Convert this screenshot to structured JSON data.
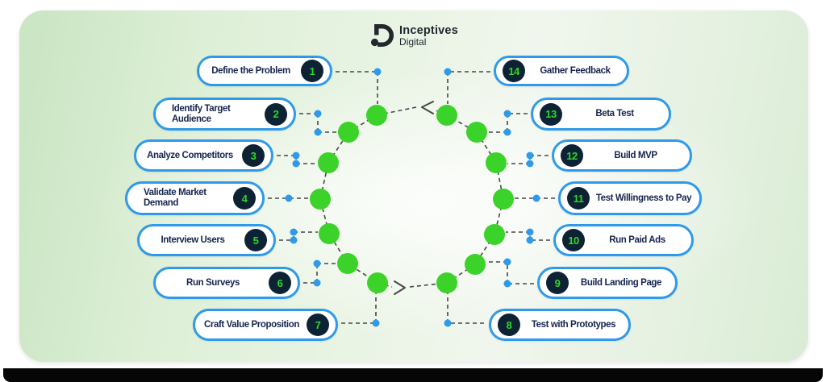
{
  "brand": {
    "line1": "Inceptives",
    "line2": "Digital"
  },
  "steps": [
    {
      "num": "1",
      "label": "Define the Problem"
    },
    {
      "num": "2",
      "label": "Identify Target Audience"
    },
    {
      "num": "3",
      "label": "Analyze Competitors"
    },
    {
      "num": "4",
      "label": "Validate Market Demand"
    },
    {
      "num": "5",
      "label": "Interview Users"
    },
    {
      "num": "6",
      "label": "Run Surveys"
    },
    {
      "num": "7",
      "label": "Craft Value Proposition"
    },
    {
      "num": "8",
      "label": "Test with Prototypes"
    },
    {
      "num": "9",
      "label": "Build Landing Page"
    },
    {
      "num": "10",
      "label": "Run Paid Ads"
    },
    {
      "num": "11",
      "label": "Test Willingness to Pay"
    },
    {
      "num": "12",
      "label": "Build MVP"
    },
    {
      "num": "13",
      "label": "Beta Test"
    },
    {
      "num": "14",
      "label": "Gather Feedback"
    }
  ],
  "colors": {
    "pill_border_blue": "#2e9ae9",
    "badge_navy": "#0d2334",
    "number_green": "#2ed62a",
    "node_green": "#3bd22a",
    "connector_dot_blue": "#2e9ae9",
    "label_navy": "#15254d",
    "dash_dark": "#474747",
    "card_green": "#dff0da",
    "logo_dark": "#24282e"
  }
}
